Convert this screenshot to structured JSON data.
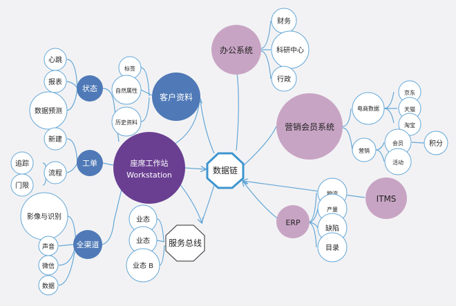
{
  "colors": {
    "background": "#f2f2f4",
    "line": "#63a6d6",
    "text": "#222222",
    "node_purple": "#6a3f92",
    "node_blue": "#4f79b7",
    "node_mauve": "#c8a4c4",
    "hub_stroke": "#3e95cf",
    "leaf_fill": "#ffffff",
    "leaf_stroke": "#63a6d6"
  },
  "nodes": {
    "workstation": {
      "line1": "座席工作站",
      "line2": "Workstation"
    },
    "data_chain": {
      "label": "数据链"
    },
    "customer": {
      "label": "客户资料"
    },
    "service_bus": {
      "label": "服务总线"
    },
    "office": {
      "label": "办公系统"
    },
    "marketing": {
      "label": "营销会员系统"
    },
    "itms": {
      "label": "ITMS"
    },
    "erp": {
      "label": "ERP"
    },
    "status": {
      "label": "状态"
    },
    "work_order": {
      "label": "工单"
    },
    "omni": {
      "label": "全渠道"
    },
    "ecommerce": {
      "label": "电商数据"
    },
    "marketing_sub": {
      "label": "营销"
    },
    "process": {
      "label": "流程"
    }
  },
  "leaves": {
    "heartbeat": "心跳",
    "report": "报表",
    "forecast": "数据预测",
    "new": "新建",
    "tracking": "追踪",
    "threshold": "门限",
    "image_recog": "影像与识别",
    "voice": "声音",
    "wechat": "微信",
    "data": "数据",
    "tags": "标签",
    "natural_attr": "自然属性",
    "history": "历史资料",
    "biz1": "业态",
    "biz2": "业态",
    "biz_b": "业态 B",
    "finance": "财务",
    "rnd": "科研中心",
    "admin": "行政",
    "jd": "京东",
    "tmall": "天猫",
    "taobao": "淘宝",
    "member": "会员",
    "points": "积分",
    "activity": "活动",
    "logistics": "物流",
    "product": "产量",
    "defect": "缺陷",
    "catalog": "目录"
  }
}
